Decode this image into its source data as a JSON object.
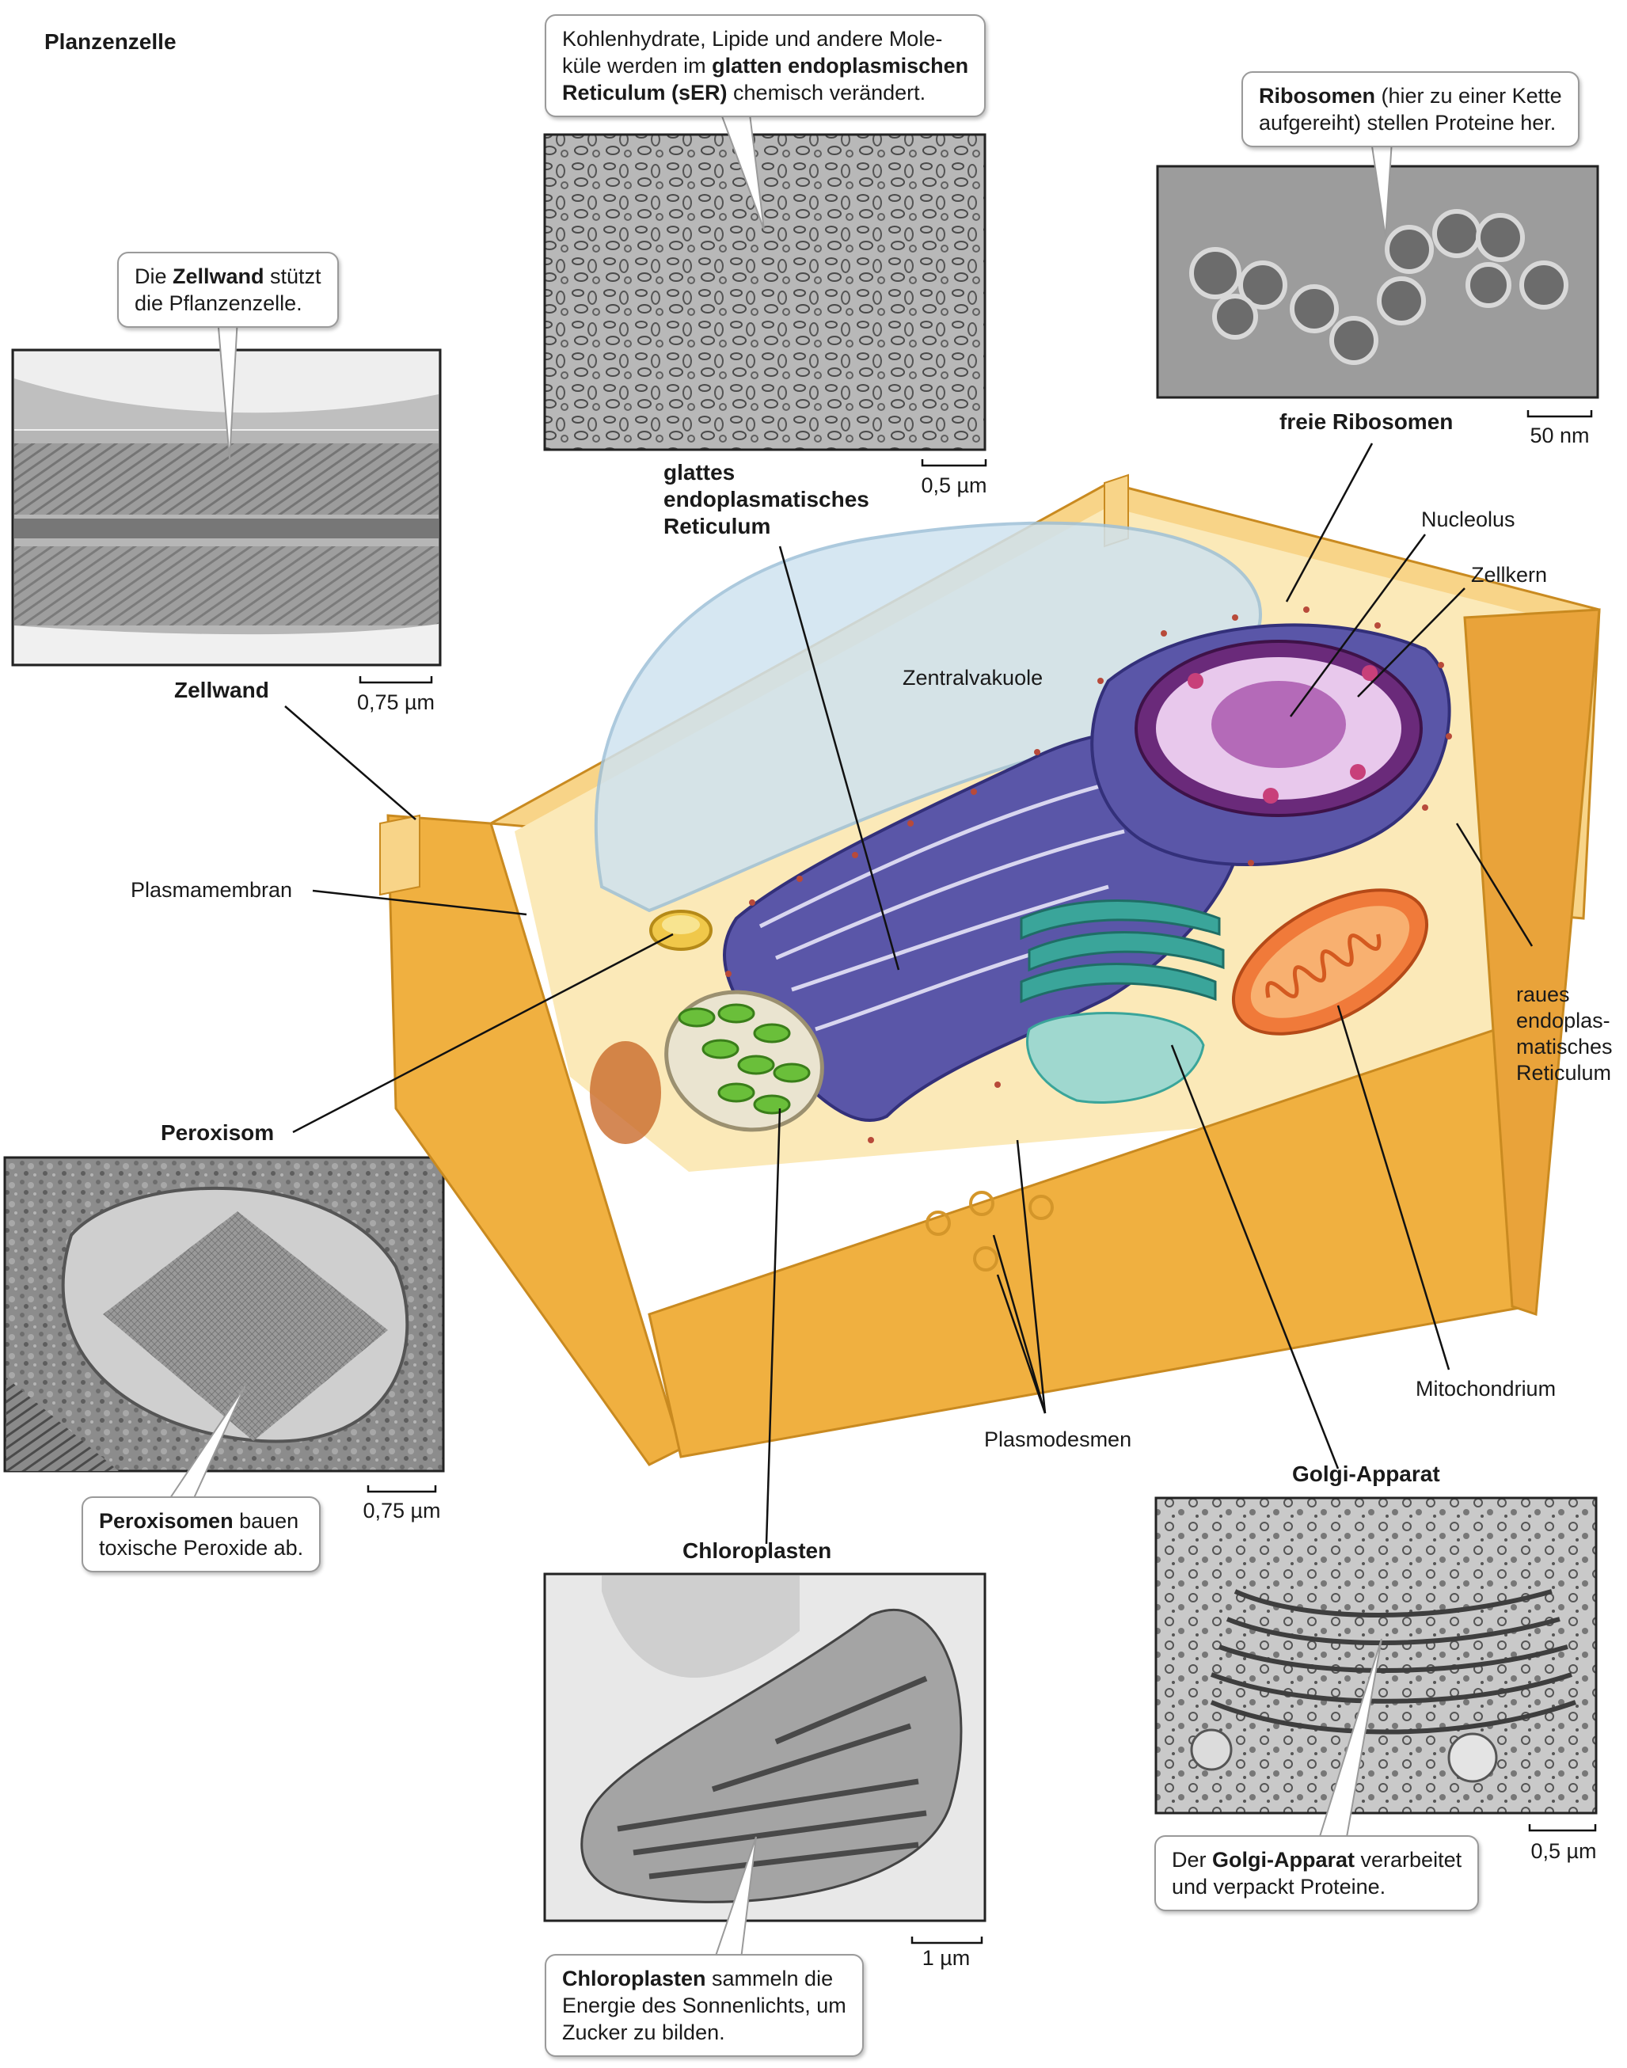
{
  "title": "Planzenzelle",
  "micrographs": {
    "zellwand": {
      "heading": "Zellwand",
      "scale": "0,75 µm"
    },
    "ser": {
      "heading_lines": [
        "glattes",
        "endoplasmatisches",
        "Reticulum"
      ],
      "scale": "0,5 µm"
    },
    "ribosomen": {
      "heading": "freie Ribosomen",
      "scale": "50 nm"
    },
    "peroxisom": {
      "heading": "Peroxisom",
      "scale": "0,75 µm"
    },
    "chloroplasten": {
      "heading": "Chloroplasten",
      "scale": "1 µm"
    },
    "golgi": {
      "heading": "Golgi-Apparat",
      "scale": "0,5 µm"
    }
  },
  "callouts": {
    "zellwand": {
      "bold": "Zellwand",
      "pre": "Die ",
      "post": " stützt",
      "line2": "die Pflanzenzelle."
    },
    "ser": {
      "line1": "Kohlenhydrate, Lipide und andere Mole-",
      "line2_pre": "küle werden im ",
      "line2_bold": "glatten endoplasmischen",
      "line3_bold": "Reticulum (sER)",
      "line3_post": " chemisch verändert."
    },
    "ribosomen": {
      "bold": "Ribosomen",
      "post": " (hier zu einer Kette",
      "line2": "aufgereiht) stellen Proteine her."
    },
    "peroxisom": {
      "bold": "Peroxisomen",
      "post": " bauen",
      "line2": "toxische Peroxide ab."
    },
    "chloroplasten": {
      "bold": "Chloroplasten",
      "post": " sammeln die",
      "line2": "Energie des Sonnenlichts, um",
      "line3": "Zucker zu bilden."
    },
    "golgi": {
      "pre": "Der ",
      "bold": "Golgi-Apparat",
      "post": " verarbeitet",
      "line2": "und verpackt Proteine."
    }
  },
  "cell_labels": {
    "zentralvakuole": "Zentralvakuole",
    "nucleolus": "Nucleolus",
    "zellkern": "Zellkern",
    "plasmamembran": "Plasmamembran",
    "raues_er": [
      "raues",
      "endoplas-",
      "matisches",
      "Reticulum"
    ],
    "mitochondrium": "Mitochondrium",
    "plasmodesmen": "Plasmodesmen"
  },
  "colors": {
    "cell_wall": "#f0b040",
    "cell_wall_light": "#f8d488",
    "vacuole": "#cfe3f0",
    "rough_er": "#5a56a8",
    "ribosome_dots": "#b84a3a",
    "nucleus": "#6a2a7a",
    "nucleolus": "#b46ab8",
    "golgi": "#3aa59a",
    "mitochondrium": "#f07a3a",
    "chloroplast": "#6abf3a",
    "peroxisome": "#f0c84a"
  }
}
